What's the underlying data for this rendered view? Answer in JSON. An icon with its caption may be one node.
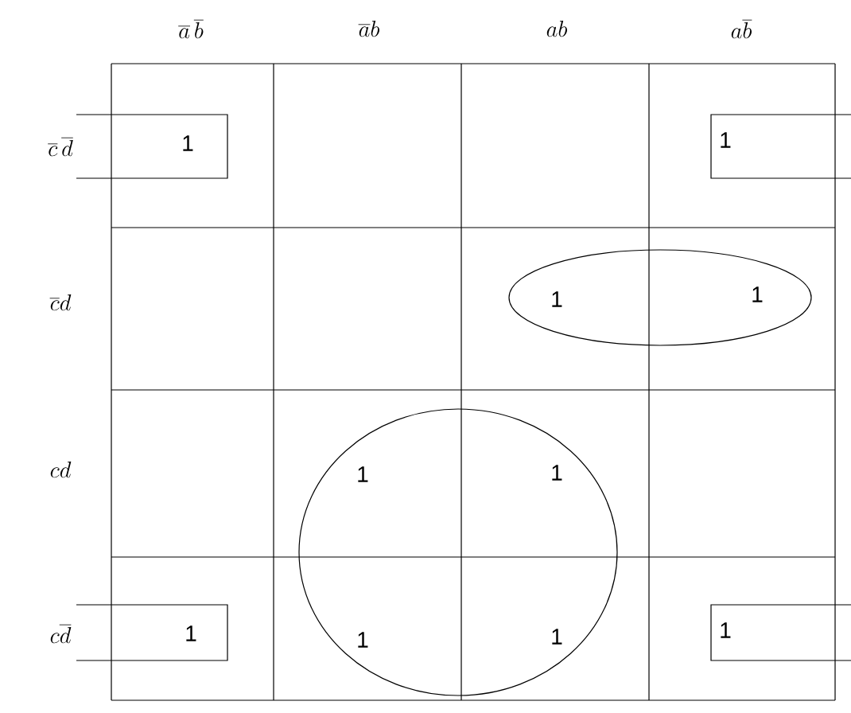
{
  "diagram": {
    "labels": [
      "\\overline{a}\\,\\overline{b}",
      "\\overline{a}b",
      "ab",
      "a\\overline{b}",
      "\\overline{c}\\,\\overline{d}",
      "1",
      "1",
      "\\overline{c}d",
      "1",
      "1",
      "cd",
      "1",
      "1",
      "c\\overline{d}",
      "1",
      "1",
      "1",
      "1"
    ]
  }
}
